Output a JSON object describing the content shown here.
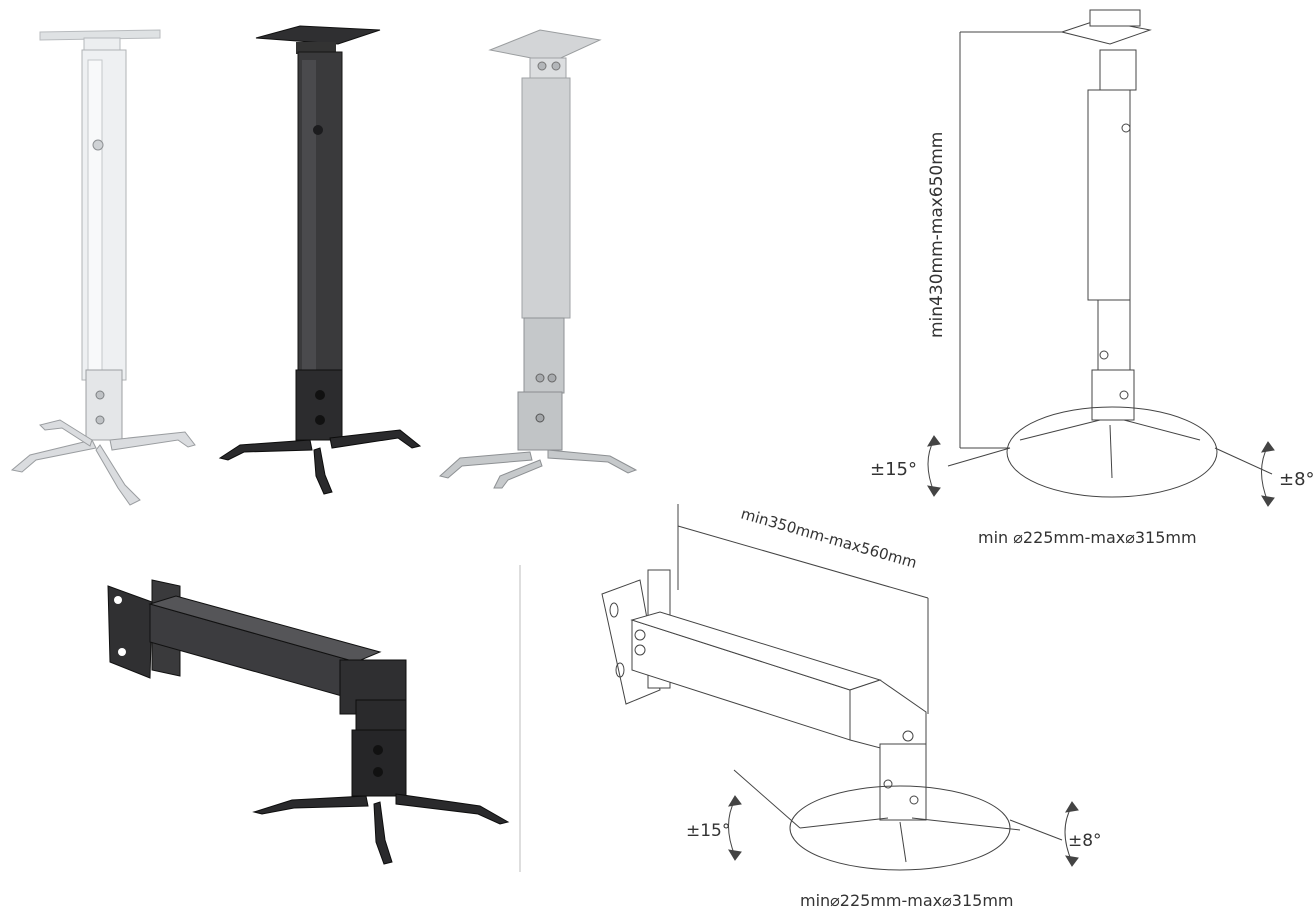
{
  "colors": {
    "silver_white": "#e6e8ea",
    "dark_black": "#2b2b2d",
    "grey_silver": "#c9cbcd",
    "line_drawing": "#444444"
  },
  "ceiling_drawing": {
    "height_label": "min430mm-max650mm",
    "tilt_left_label": "±15°",
    "tilt_right_label": "±8°",
    "diameter_label": "min ⌀225mm-max⌀315mm"
  },
  "wall_drawing": {
    "length_label": "min350mm-max560mm",
    "tilt_left_label": "±15°",
    "tilt_right_label": "±8°",
    "diameter_label": "min⌀225mm-max⌀315mm"
  }
}
